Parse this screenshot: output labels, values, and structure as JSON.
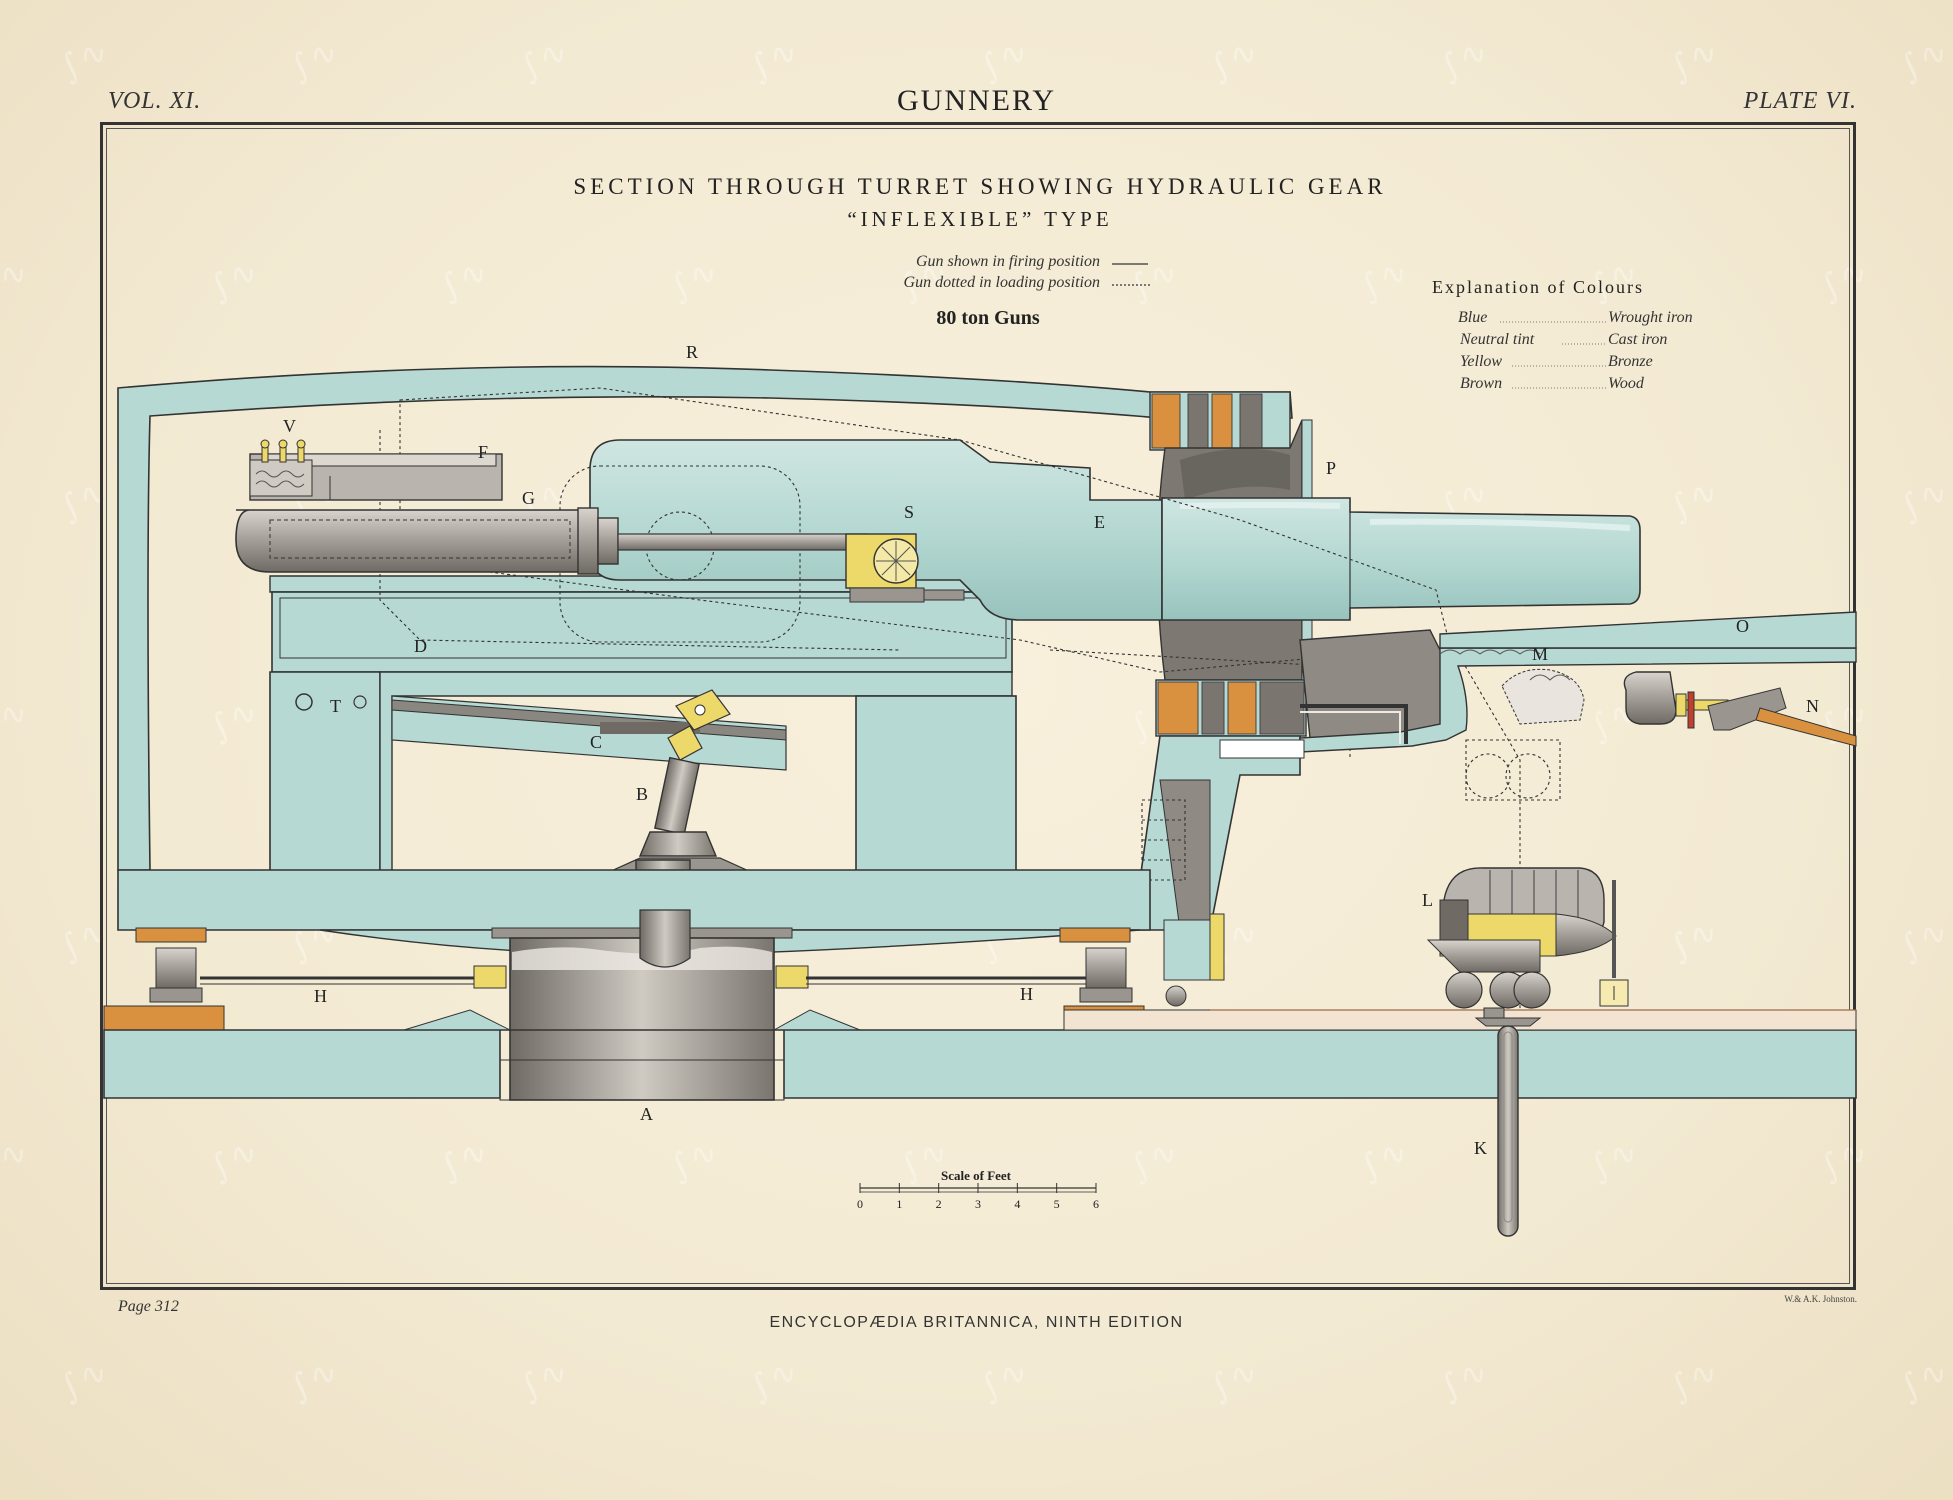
{
  "header": {
    "volume": "VOL. XI.",
    "title": "GUNNERY",
    "plate": "PLATE VI."
  },
  "diagram": {
    "title_line1": "SECTION THROUGH TURRET SHOWING HYDRAULIC GEAR",
    "title_line2": "“INFLEXIBLE” TYPE",
    "note_firing": "Gun shown in firing position",
    "note_loading": "Gun dotted in loading position",
    "subtitle": "80 ton Guns",
    "labels": {
      "R": "R",
      "V": "V",
      "F": "F",
      "G": "G",
      "S": "S",
      "E": "E",
      "P": "P",
      "D": "D",
      "T": "T",
      "C": "C",
      "B": "B",
      "A": "A",
      "H": "H",
      "M": "M",
      "O": "O",
      "N": "N",
      "L": "L",
      "K": "K"
    },
    "scale": {
      "title": "Scale of Feet",
      "ticks": [
        "0",
        "1",
        "2",
        "3",
        "4",
        "5",
        "6"
      ]
    }
  },
  "legend": {
    "title": "Explanation of Colours",
    "entries": [
      {
        "colour": "Blue",
        "material": "Wrought iron"
      },
      {
        "colour": "Neutral tint",
        "material": "Cast iron"
      },
      {
        "colour": "Yellow",
        "material": "Bronze"
      },
      {
        "colour": "Brown",
        "material": "Wood"
      }
    ]
  },
  "footer": {
    "page": "Page 312",
    "edition": "ENCYCLOPÆDIA BRITANNICA, NINTH EDITION",
    "engraver": "W.& A.K. Johnston."
  },
  "colors": {
    "paper": "#f3ead5",
    "wrought_iron_blue": "#b7d9d4",
    "cast_iron_neutral": "#9a968f",
    "bronze_yellow": "#ecd96a",
    "wood_brown": "#d9913f",
    "ink": "#2a2a2a"
  }
}
